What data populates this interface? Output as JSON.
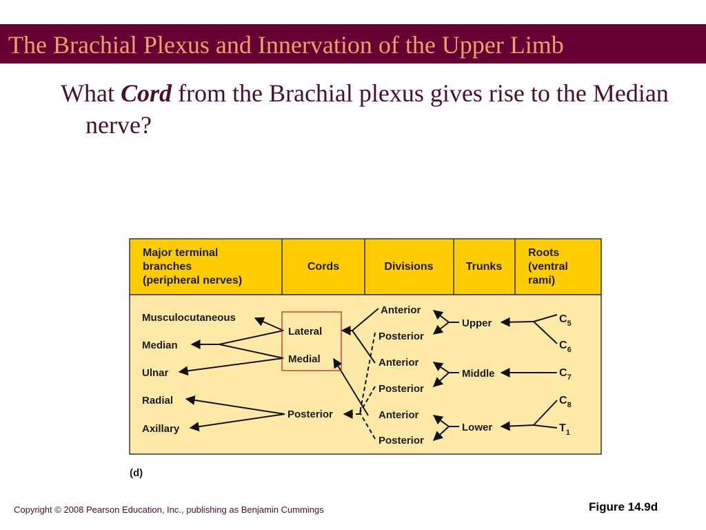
{
  "slide": {
    "title": "The Brachial Plexus and Innervation of the Upper Limb",
    "question_pre": "What ",
    "question_emph": "Cord",
    "question_post": " from the Brachial plexus gives rise to the Median nerve?",
    "copyright": "Copyright © 2008 Pearson Education, Inc., publishing as Benjamin Cummings",
    "figure_label": "Figure 14.9d"
  },
  "diagram": {
    "header": {
      "branches": [
        "Major terminal",
        "branches",
        "(peripheral nerves)"
      ],
      "cords": "Cords",
      "divisions": "Divisions",
      "trunks": "Trunks",
      "roots": [
        "Roots",
        "(ventral",
        "rami)"
      ]
    },
    "nerves": {
      "musculocutaneous": "Musculocutaneous",
      "median": "Median",
      "ulnar": "Ulnar",
      "radial": "Radial",
      "axillary": "Axillary"
    },
    "cords": {
      "lateral": "Lateral",
      "medial": "Medial",
      "posterior": "Posterior"
    },
    "divisions": {
      "anterior_1": "Anterior",
      "posterior_1": "Posterior",
      "anterior_2": "Anterior",
      "posterior_2": "Posterior",
      "anterior_3": "Anterior",
      "posterior_3": "Posterior"
    },
    "trunks": {
      "upper": "Upper",
      "middle": "Middle",
      "lower": "Lower"
    },
    "roots": {
      "c5": {
        "letter": "C",
        "sub": "5"
      },
      "c6": {
        "letter": "C",
        "sub": "6"
      },
      "c7": {
        "letter": "C",
        "sub": "7"
      },
      "c8": {
        "letter": "C",
        "sub": "8"
      },
      "t1": {
        "letter": "T",
        "sub": "1"
      }
    },
    "panel_label": "(d)",
    "colors": {
      "header_bg": "#FFCC00",
      "body_bg": "#FFE9A6",
      "highlight_box": "#C0282D"
    }
  }
}
